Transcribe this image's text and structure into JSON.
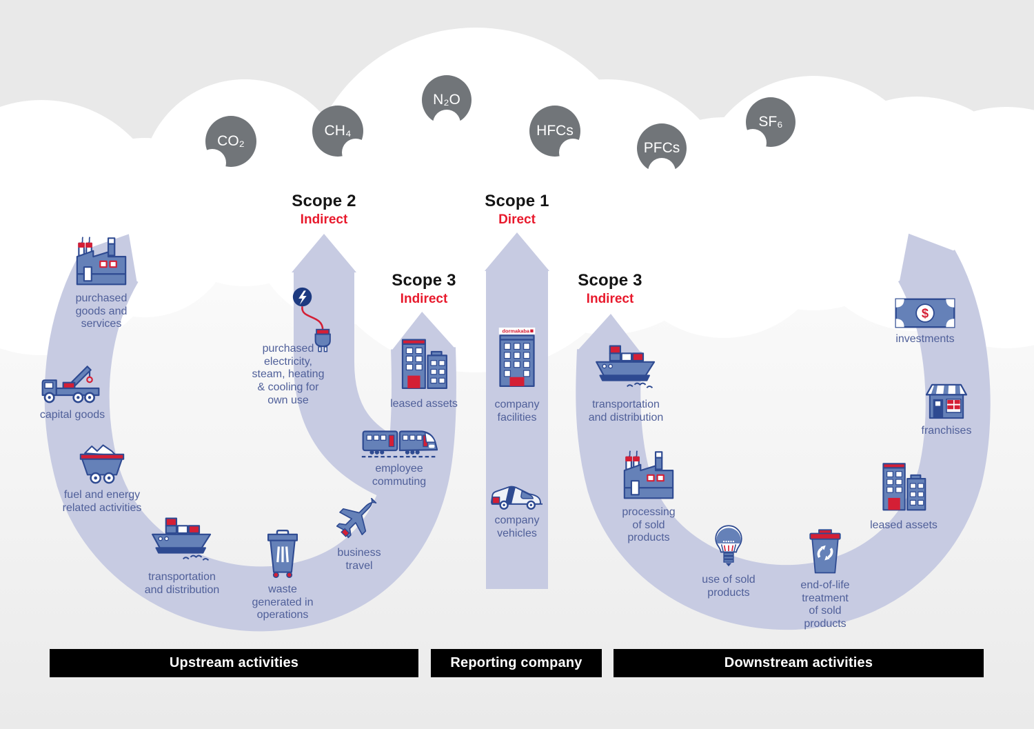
{
  "gases": [
    {
      "label": "CO₂"
    },
    {
      "label": "CH₄"
    },
    {
      "label": "N₂O"
    },
    {
      "label": "HFCs"
    },
    {
      "label": "PFCs"
    },
    {
      "label": "SF₆"
    }
  ],
  "scopes": {
    "scope2": {
      "title": "Scope 2",
      "kind": "Indirect"
    },
    "scope1": {
      "title": "Scope 1",
      "kind": "Direct"
    },
    "scope3_left": {
      "title": "Scope 3",
      "kind": "Indirect"
    },
    "scope3_right": {
      "title": "Scope 3",
      "kind": "Indirect"
    }
  },
  "upstream": {
    "items": [
      {
        "label": "purchased\ngoods and\nservices"
      },
      {
        "label": "capital goods"
      },
      {
        "label": "fuel and energy\nrelated activities"
      },
      {
        "label": "transportation\nand distribution"
      },
      {
        "label": "waste\ngenerated in\noperations"
      },
      {
        "label": "business\ntravel"
      },
      {
        "label": "employee\ncommuting"
      },
      {
        "label": "leased assets"
      },
      {
        "label": "purchased\nelectricity,\nsteam, heating\n& cooling for\nown use"
      }
    ]
  },
  "center": {
    "facility_logo": "dormakaba",
    "items": [
      {
        "label": "company\nfacilities"
      },
      {
        "label": "company\nvehicles"
      }
    ]
  },
  "downstream": {
    "currency_symbol": "$",
    "items": [
      {
        "label": "transportation\nand distribution"
      },
      {
        "label": "processing\nof sold\nproducts"
      },
      {
        "label": "use of sold\nproducts"
      },
      {
        "label": "end-of-life\ntreatment\nof sold\nproducts"
      },
      {
        "label": "leased assets"
      },
      {
        "label": "franchises"
      },
      {
        "label": "investments"
      }
    ]
  },
  "footer": {
    "upstream": "Upstream activities",
    "reporting": "Reporting company",
    "downstream": "Downstream activities"
  },
  "colors": {
    "band": "#c7cbe2",
    "cloud_gray": "#e9e9e9",
    "gas_gray": "#717579",
    "navy": "#2e4a91",
    "mid_blue": "#6581b8",
    "red": "#d41f35",
    "label_blue": "#4f5f99",
    "scope_red": "#e8192c",
    "bar_black": "#000000"
  }
}
